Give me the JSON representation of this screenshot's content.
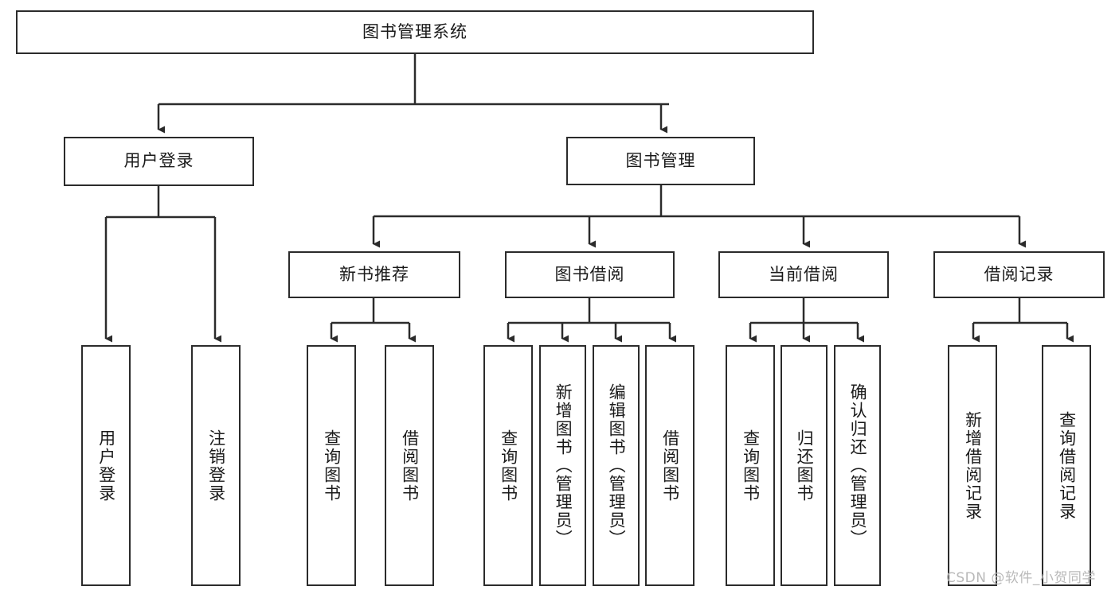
{
  "diagram": {
    "title": "图书管理系统",
    "type": "hierarchy-tree",
    "root": {
      "label": "图书管理系统"
    },
    "level2": [
      {
        "label": "用户登录"
      },
      {
        "label": "图书管理"
      }
    ],
    "level3": [
      {
        "label": "新书推荐"
      },
      {
        "label": "图书借阅"
      },
      {
        "label": "当前借阅"
      },
      {
        "label": "借阅记录"
      }
    ],
    "leaves": [
      {
        "label": "用户登录",
        "parent": "用户登录"
      },
      {
        "label": "注销登录",
        "parent": "用户登录"
      },
      {
        "label": "查询图书",
        "parent": "新书推荐"
      },
      {
        "label": "借阅图书",
        "parent": "新书推荐"
      },
      {
        "label": "查询图书",
        "parent": "图书借阅"
      },
      {
        "label": "新增图书（管理员）",
        "parent": "图书借阅"
      },
      {
        "label": "编辑图书（管理员）",
        "parent": "图书借阅"
      },
      {
        "label": "借阅图书",
        "parent": "图书借阅"
      },
      {
        "label": "查询图书",
        "parent": "当前借阅"
      },
      {
        "label": "归还图书",
        "parent": "当前借阅"
      },
      {
        "label": "确认归还（管理员）",
        "parent": "当前借阅"
      },
      {
        "label": "新增借阅记录",
        "parent": "借阅记录"
      },
      {
        "label": "查询借阅记录",
        "parent": "借阅记录"
      }
    ]
  },
  "watermark": {
    "text": "CSDN @软件_小贺同学"
  },
  "colors": {
    "background": "#ffffff",
    "stroke": "#2b2b2b",
    "text": "#1a1a1a",
    "watermark": "#b9b9b9"
  }
}
